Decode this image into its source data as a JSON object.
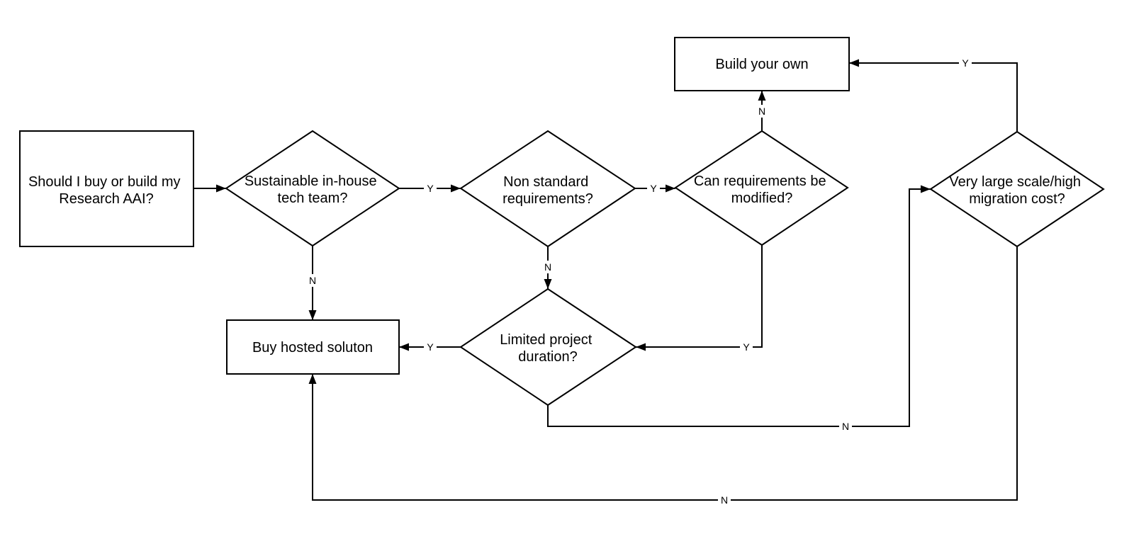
{
  "diagram": {
    "background_color": "#ffffff",
    "stroke_color": "#000000",
    "text_color": "#000000",
    "nodes": {
      "start": {
        "shape": "rectangle",
        "lines": [
          "Should I buy or build my",
          "Research AAI?"
        ]
      },
      "sustainable_team": {
        "shape": "diamond",
        "lines": [
          "Sustainable in-house",
          "tech team?"
        ]
      },
      "non_standard": {
        "shape": "diamond",
        "lines": [
          "Non standard",
          "requirements?"
        ]
      },
      "requirements_modified": {
        "shape": "diamond",
        "lines": [
          "Can requirements be",
          "modified?"
        ]
      },
      "build_your_own": {
        "shape": "rectangle",
        "lines": [
          "Build your own"
        ]
      },
      "limited_duration": {
        "shape": "diamond",
        "lines": [
          "Limited project",
          "duration?"
        ]
      },
      "very_large_scale": {
        "shape": "diamond",
        "lines": [
          "Very large scale/high",
          "migration cost?"
        ]
      },
      "buy_hosted": {
        "shape": "rectangle",
        "lines": [
          "Buy hosted soluton"
        ]
      }
    },
    "edges": [
      {
        "from": "start",
        "to": "sustainable_team",
        "label": ""
      },
      {
        "from": "sustainable_team",
        "to": "non_standard",
        "label": "Y"
      },
      {
        "from": "sustainable_team",
        "to": "buy_hosted",
        "label": "N"
      },
      {
        "from": "non_standard",
        "to": "requirements_modified",
        "label": "Y"
      },
      {
        "from": "non_standard",
        "to": "limited_duration",
        "label": "N"
      },
      {
        "from": "requirements_modified",
        "to": "build_your_own",
        "label": "N"
      },
      {
        "from": "requirements_modified",
        "to": "limited_duration",
        "label": "Y"
      },
      {
        "from": "limited_duration",
        "to": "buy_hosted",
        "label": "Y"
      },
      {
        "from": "limited_duration",
        "to": "very_large_scale",
        "label": "N"
      },
      {
        "from": "very_large_scale",
        "to": "build_your_own",
        "label": "Y"
      },
      {
        "from": "very_large_scale",
        "to": "buy_hosted",
        "label": "N"
      }
    ]
  }
}
